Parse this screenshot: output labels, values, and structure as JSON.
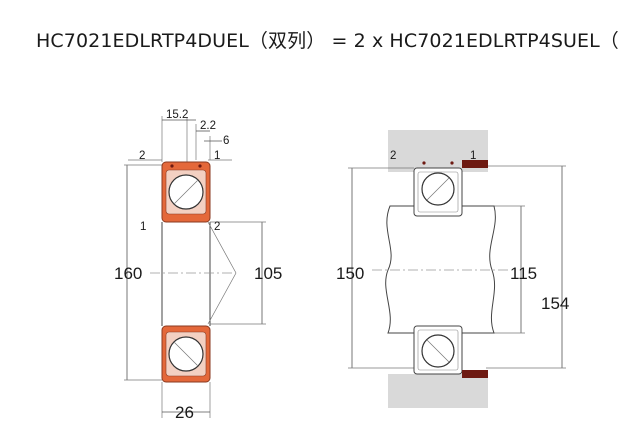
{
  "title": "HC7021EDLRTP4DUEL（双列） = 2 x HC7021EDLRTP4SUEL（",
  "colors": {
    "ring": "#e4683a",
    "ring_edge": "#8a3a20",
    "seal": "#6e1a12",
    "housing": "#d9d9d9",
    "ball_fill": "#ffffff",
    "line": "#444444"
  },
  "single_bearing": {
    "dim_top_width": "15.2",
    "dim_small_a": "2.2",
    "dim_small_b": "6",
    "mark_left_top": "2",
    "mark_right_top": "1",
    "mark_left_mid": "1",
    "mark_right_mid": "2",
    "outer_diameter": "160",
    "inner_diameter": "105",
    "width": "26"
  },
  "mounted_bearing": {
    "mark_left_top": "2",
    "mark_right_top": "1",
    "housing_bore": "150",
    "shaft_diameter": "115",
    "housing_outer": "154"
  }
}
